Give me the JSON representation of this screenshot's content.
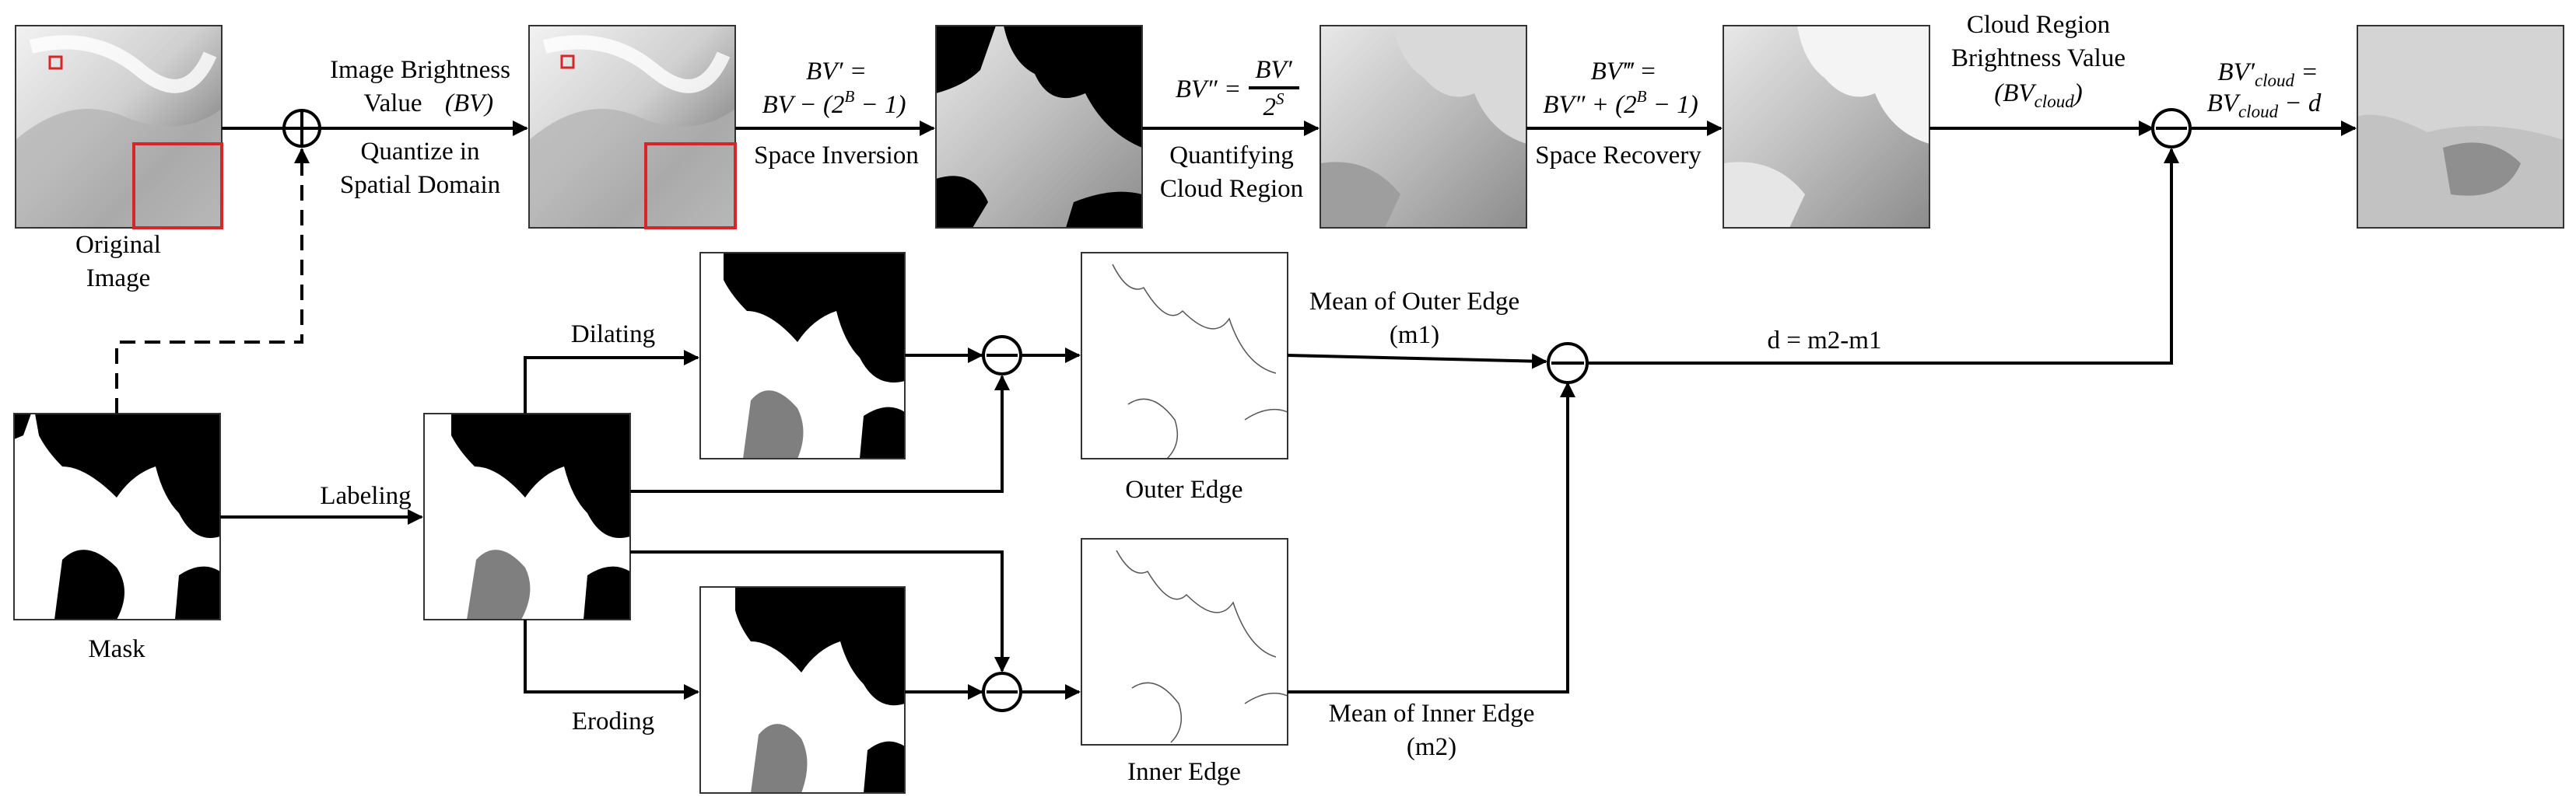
{
  "labels": {
    "original_image_l1": "Original",
    "original_image_l2": "Image",
    "mask": "Mask",
    "brightness_l1": "Image Brightness",
    "brightness_l2": "Value",
    "brightness_sym": "(BV)",
    "quantize_l1": "Quantize in",
    "quantize_l2": "Spatial Domain",
    "space_inversion": "Space Inversion",
    "quantifying_l1": "Quantifying",
    "quantifying_l2": "Cloud Region",
    "space_recovery": "Space Recovery",
    "cloud_region_l1": "Cloud  Region",
    "cloud_region_l2": "Brightness Value",
    "labeling": "Labeling",
    "dilating": "Dilating",
    "eroding": "Eroding",
    "outer_edge": "Outer Edge",
    "inner_edge": "Inner Edge",
    "mean_outer_l1": "Mean of  Outer Edge",
    "mean_outer_l2": "(m1)",
    "mean_inner_l1": "Mean of  Inner Edge",
    "mean_inner_l2": "(m2)",
    "d_formula": "d = m2-m1"
  },
  "formulas": {
    "bv1_lhs": "BV′ =",
    "bv1_rhs": "BV − (2",
    "bv1_rhs_sup": "B",
    "bv1_rhs_end": " − 1)",
    "bv2_lhs": "BV″ =",
    "bv2_num": "BV′",
    "bv2_den": "2",
    "bv2_den_sup": "S",
    "bv3_lhs": "BV‴ =",
    "bv3_rhs": "BV″ + (2",
    "bv3_rhs_sup": "B",
    "bv3_rhs_end": " − 1)",
    "cloud_bv": "(BV",
    "cloud_bv_sub": "cloud",
    "cloud_bv_end": ")",
    "final_lhs": "BV′",
    "final_lhs_sub": "cloud",
    "final_lhs_end": " =",
    "final_rhs": "BV",
    "final_rhs_sub": "cloud",
    "final_rhs_end": " − d"
  },
  "operators": {
    "plus": "⊕",
    "minus": "⊖"
  },
  "colors": {
    "highlight_red": "#d62728",
    "cloud_gray": "#7f7f7f",
    "terrain_light": "#e6e6e6",
    "terrain_dark": "#8a8a8a"
  }
}
